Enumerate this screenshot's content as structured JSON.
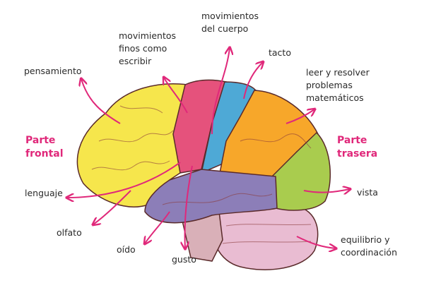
{
  "labels": {
    "movimientos_cuerpo": [
      "movimientos",
      "del cuerpo"
    ],
    "movimientos_finos": [
      "movimientos",
      "finos como",
      "escribir"
    ],
    "tacto": "tacto",
    "pensamiento": "pensamiento",
    "leer": [
      "leer y resolver",
      "problemas",
      "matemáticos"
    ],
    "parte_frontal": [
      "Parte",
      "frontal"
    ],
    "parte_trasera": [
      "Parte",
      "trasera"
    ],
    "lenguaje": "lenguaje",
    "vista": "vista",
    "olfato": "olfato",
    "oido": "oído",
    "gusto": "gusto",
    "equilibrio": [
      "equilibrio y",
      "coordinación"
    ]
  },
  "colors": {
    "arrow": "#e0287a",
    "frontal": "#f6e64c",
    "motor": "#e5527c",
    "sensory": "#4ea9d6",
    "parietal": "#f7a72a",
    "occipital": "#a9cc4e",
    "temporal": "#8c7eb8",
    "cerebellum": "#e9bcd2",
    "outline": "#5a2a2a"
  }
}
